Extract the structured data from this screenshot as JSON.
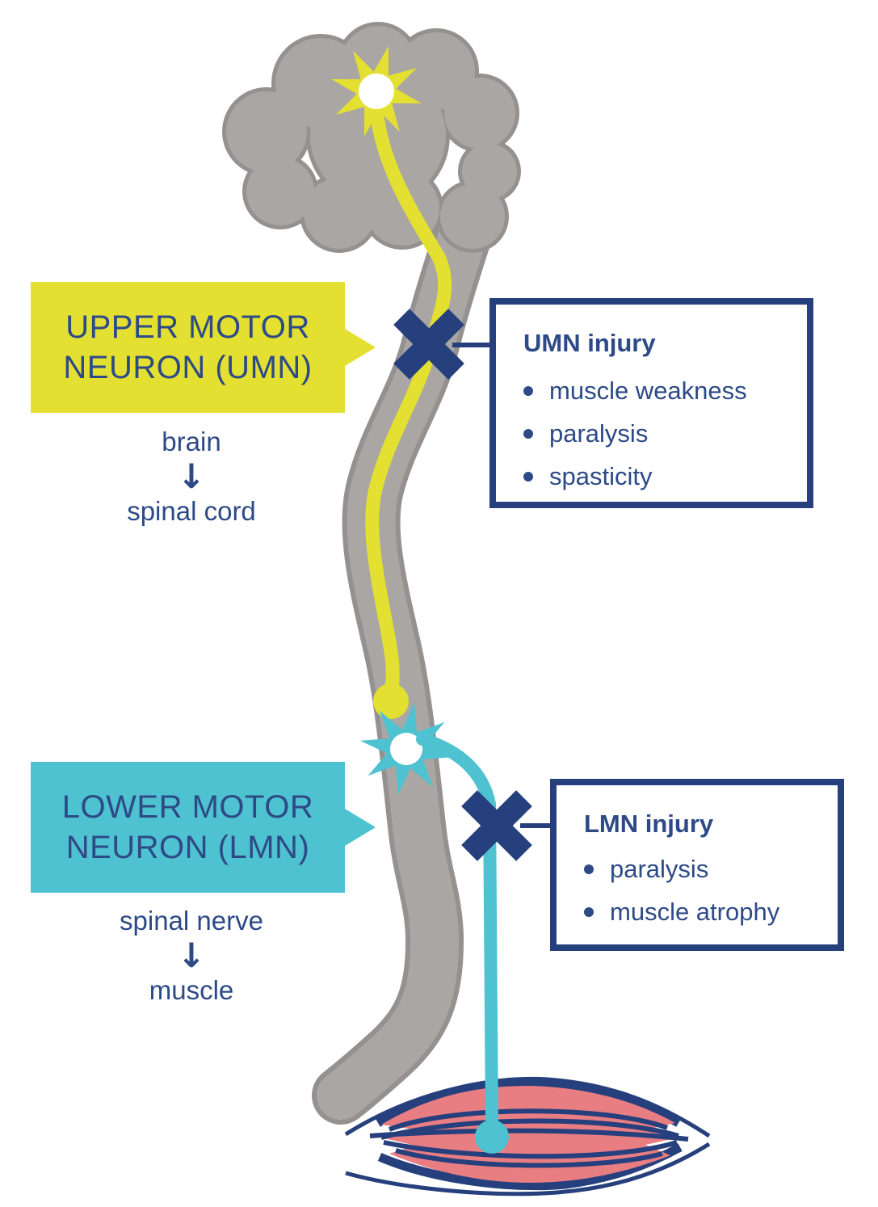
{
  "umn": {
    "label_line1": "UPPER MOTOR",
    "label_line2": "NEURON (UMN)",
    "flow_from": "brain",
    "flow_arrow": "↓",
    "flow_to": "spinal cord",
    "injury": {
      "title": "UMN injury",
      "bullets": [
        "muscle weakness",
        "paralysis",
        "spasticity"
      ]
    }
  },
  "lmn": {
    "label_line1": "LOWER MOTOR",
    "label_line2": "NEURON (LMN)",
    "flow_from": "spinal nerve",
    "flow_arrow": "↓",
    "flow_to": "muscle",
    "injury": {
      "title": "LMN injury",
      "bullets": [
        "paralysis",
        "muscle atrophy"
      ]
    }
  },
  "colors": {
    "umn_label_bg": "#e3e032",
    "lmn_label_bg": "#4fc2d1",
    "text_navy": "#2d4a87",
    "line_navy": "#263f7d",
    "cns_gray": "#a9a6a4",
    "cns_gray_border": "#949190",
    "umn_neuron_yellow": "#e3e032",
    "lmn_neuron_cyan": "#4fc2d1",
    "muscle_pink": "#e87d82",
    "neuron_soma_white": "#ffffff"
  }
}
